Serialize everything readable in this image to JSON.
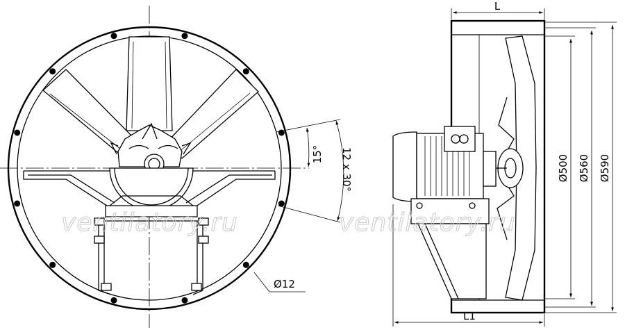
{
  "watermarks": [
    "ventilatory.ru",
    "ventilatory.ru"
  ],
  "dimensions": {
    "length": "L",
    "length_1": "L1",
    "dia_500": "Ø500",
    "dia_560": "Ø560",
    "dia_590": "Ø590",
    "hole_dia": "Ø12",
    "angle_small": "15°",
    "angle_pattern": "12 x 30°"
  },
  "colors": {
    "line": "#000000",
    "background": "#ffffff",
    "watermark": "#c8c8c8"
  }
}
